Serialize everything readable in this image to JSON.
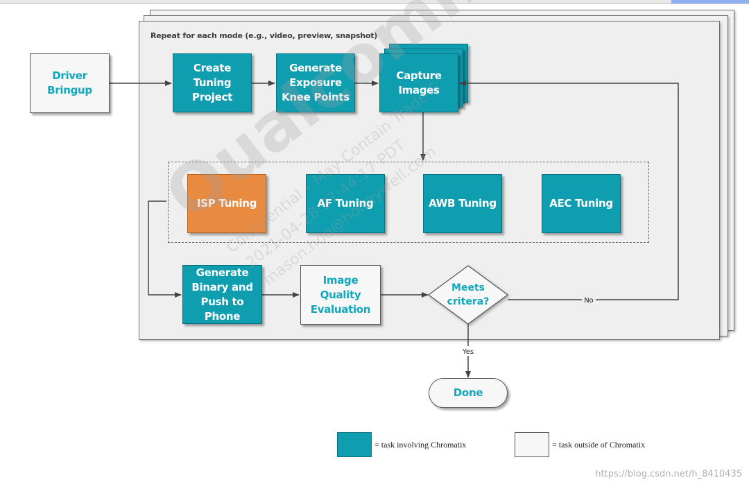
{
  "diagram": {
    "repeat_label": "Repeat for each mode (e.g., video, preview, snapshot)",
    "nodes": {
      "driver_bringup": "Driver Bringup",
      "create_tuning_project": "Create Tuning Project",
      "generate_exposure_knee_points": "Generate Exposure Knee Points",
      "capture_images": "Capture Images",
      "isp_tuning": "ISP Tuning",
      "af_tuning": "AF Tuning",
      "awb_tuning": "AWB Tuning",
      "aec_tuning": "AEC Tuning",
      "generate_binary": "Generate Binary and Push to Phone",
      "image_quality_evaluation": "Image Quality Evaluation",
      "meets_criteria": "Meets critera?",
      "done": "Done"
    },
    "edge_labels": {
      "no": "No",
      "yes": "Yes"
    }
  },
  "legend": {
    "teal_label": "= task involving Chromatix",
    "white_label": "= task outside of Chromatix"
  },
  "watermark": {
    "brand": "Qualcomm",
    "line1": "Confidential – May Contain Trade S",
    "line2": "2021-04-28 07:44:17 PDT",
    "line3": "mason.hoo@honeywell.com"
  },
  "credit": "https://blog.csdn.net/h_8410435",
  "colors": {
    "teal": "#0f9db0",
    "orange": "#e88a3f",
    "white_box_text": "#11a7bd",
    "panel": "#efefef"
  }
}
